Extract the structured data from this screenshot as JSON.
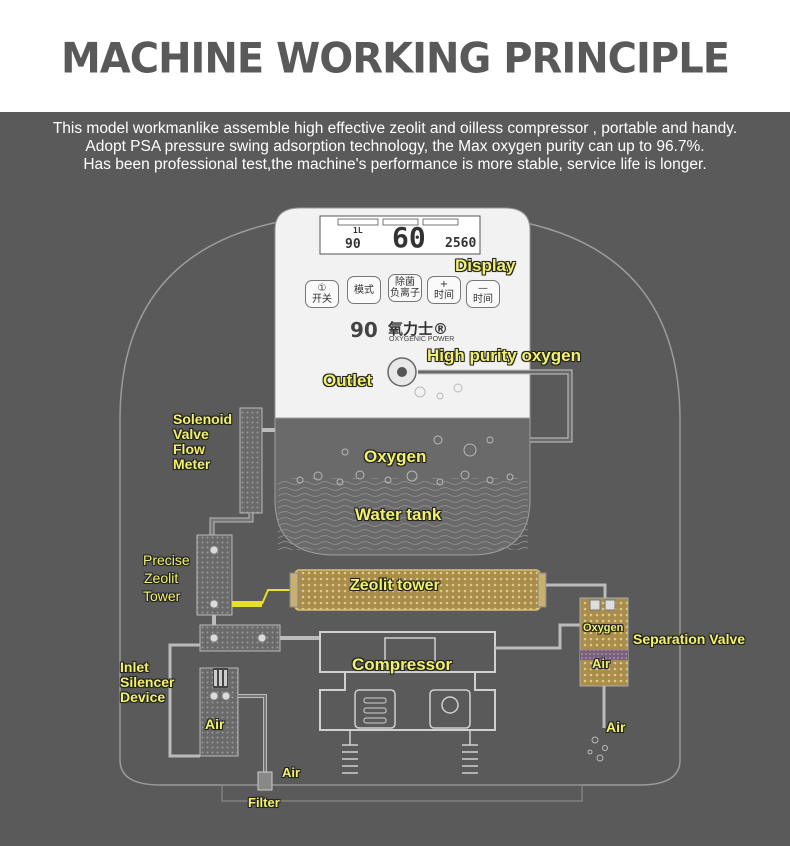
{
  "title": "MACHINE WORKING PRINCIPLE",
  "intro_lines": [
    "This model workmanlike assemble high effective zeolit and oilless compressor , portable and handy.",
    "Adopt PSA  pressure swing adsorption technology, the Max oxygen purity can up to 96.7%.",
    "Has been professional test,the machine's performance is more stable, service life is longer."
  ],
  "panel": {
    "display_value": "60",
    "sub_value": "2560",
    "percent": "90",
    "flow": "1L",
    "buttons": [
      {
        "top": "①",
        "bottom": "开关"
      },
      {
        "top": "",
        "bottom": "模式"
      },
      {
        "top": "除菌",
        "bottom": "负离子"
      },
      {
        "top": "+",
        "bottom": "时间"
      },
      {
        "top": "—",
        "bottom": "时间"
      }
    ],
    "brand": "氧力士®",
    "brand_sub": "OXYGENIC POWER"
  },
  "labels": {
    "display": "Display",
    "high_purity_oxygen": "High purity oxygen",
    "outlet": "Outlet",
    "oxygen": "Oxygen",
    "water_tank": "Water tank",
    "solenoid": [
      "Solenoid",
      "Valve",
      "Flow",
      "Meter"
    ],
    "precise_zeolit": [
      "Precise",
      "Zeolit",
      "Tower"
    ],
    "zeolit_tower": "Zeolit tower",
    "compressor": "Compressor",
    "inlet": [
      "Inlet",
      "Silencer",
      "Device"
    ],
    "air_left": "Air",
    "air_bottom": "Air",
    "filter": "Filter",
    "valve_oxygen": "Oxygen",
    "valve_air": "Air",
    "separation_valve": "Separation Valve",
    "air_exhaust": "Air"
  },
  "colors": {
    "background": "#5a5a5a",
    "label": "#f2f26a",
    "title": "#595959",
    "zeolit": "#c9a85a"
  }
}
